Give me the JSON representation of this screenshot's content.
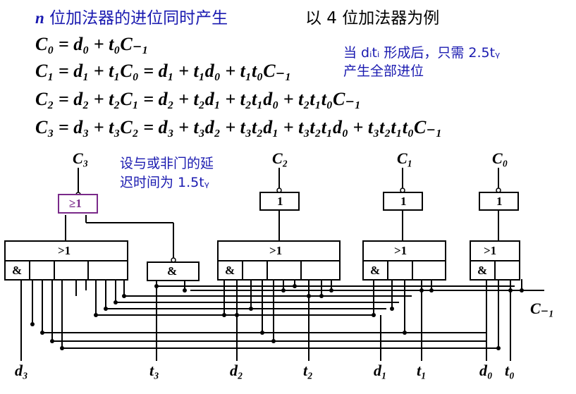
{
  "header": {
    "title_var": "n",
    "title_text": " 位加法器的进位同时产生",
    "title_example": "以 4 位加法器为例"
  },
  "equations": [
    "C₀ = d₀ + t₀C₋₁",
    "C₁ = d₁ + t₁C₀  = d₁ + t₁d₀ + t₁t₀C₋₁",
    "C₂ = d₂ + t₂C₁  = d₂ + t₂d₁ + t₂t₁d₀ + t₂t₁t₀C₋₁",
    "C₃ = d₃ + t₃C₂  = d₃ + t₃d₂ + t₃t₂d₁ + t₃t₂t₁d₀ + t₃t₂t₁t₀C₋₁"
  ],
  "note_top": {
    "line1": "当 dᵢtᵢ 形成后，只需 2.5tᵧ",
    "line2": "产生全部进位"
  },
  "note_gate": {
    "line1": "设与或非门的延",
    "line2": "迟时间为 1.5tᵧ"
  },
  "outputs": [
    "C₃",
    "C₂",
    "C₁",
    "C₀"
  ],
  "inputs": [
    "d₃",
    "t₃",
    "d₂",
    "t₂",
    "d₁",
    "t₁",
    "d₀",
    "t₀"
  ],
  "carry_in": "C₋₁",
  "gate_labels": {
    "or_top": "≥1",
    "or": ">1",
    "inv": "1",
    "and": "&"
  },
  "colors": {
    "text_blue": "#1a1ab0",
    "highlight_gate": "#7a2a8a"
  }
}
